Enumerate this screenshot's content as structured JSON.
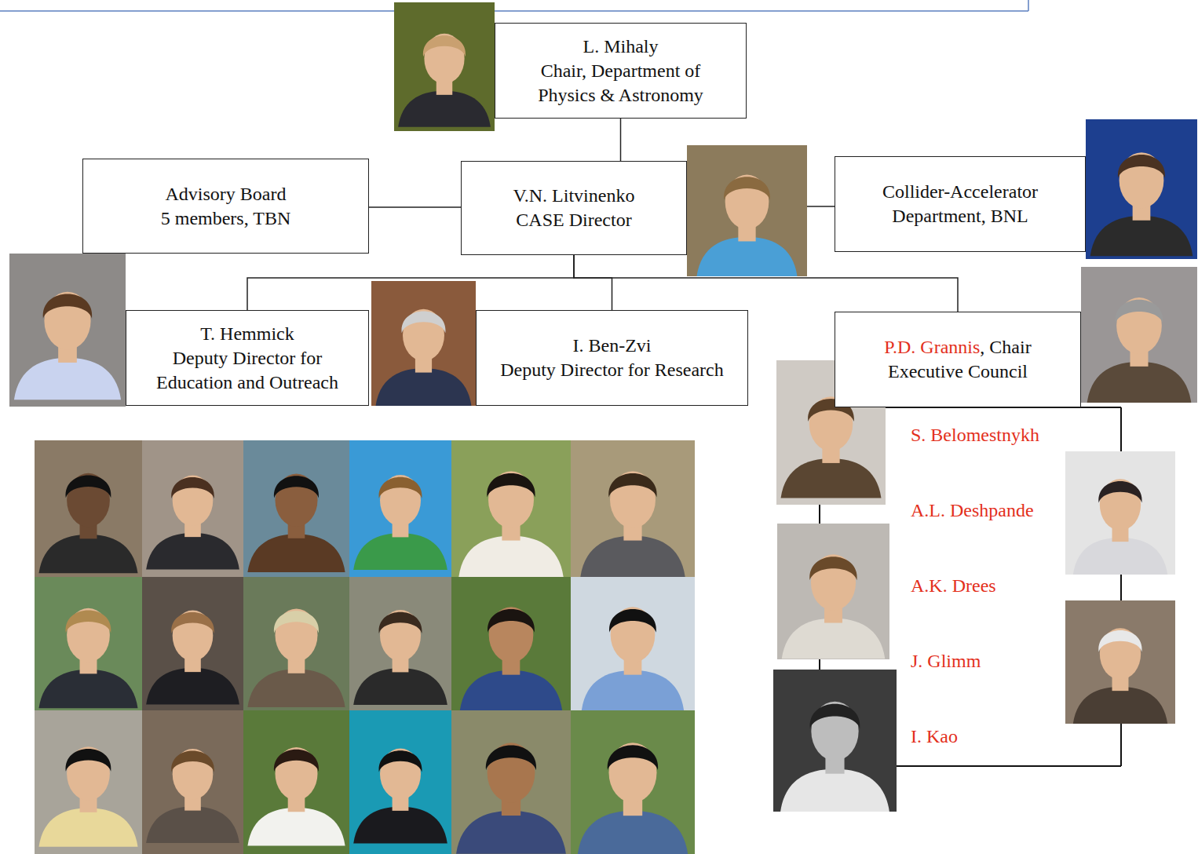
{
  "diagram": {
    "nodes": [
      {
        "text": [
          "L. Mihaly",
          "Chair, Department of Physics & Astronomy"
        ]
      },
      {
        "text": [
          "Advisory Board",
          "5 members, TBN"
        ]
      },
      {
        "text": [
          "V.N. Litvinenko",
          "CASE Director"
        ]
      },
      {
        "text": [
          "Collider-Accelerator Department, BNL"
        ]
      },
      {
        "text": [
          "T. Hemmick",
          "Deputy Director for Education and Outreach"
        ]
      },
      {
        "text": [
          "I. Ben-Zvi",
          "Deputy Director for Research"
        ]
      },
      {
        "text": [
          "P.D. Grannis",
          ", Chair Executive Council"
        ]
      }
    ],
    "edges": [
      {
        "from": 0,
        "to": 2,
        "arrow": "none"
      },
      {
        "from": 1,
        "to": 2,
        "arrow": "none"
      },
      {
        "from": 2,
        "to": 3,
        "arrow": "none"
      },
      {
        "from": 2,
        "to": 4,
        "arrow": "none"
      },
      {
        "from": 2,
        "to": 5,
        "arrow": "none"
      },
      {
        "from": 2,
        "to": 6,
        "arrow": "none"
      }
    ],
    "labels": [
      "S. Belomestnykh",
      "A.L. Deshpande",
      "A.K. Drees",
      "J. Glimm",
      "I. Kao"
    ]
  }
}
